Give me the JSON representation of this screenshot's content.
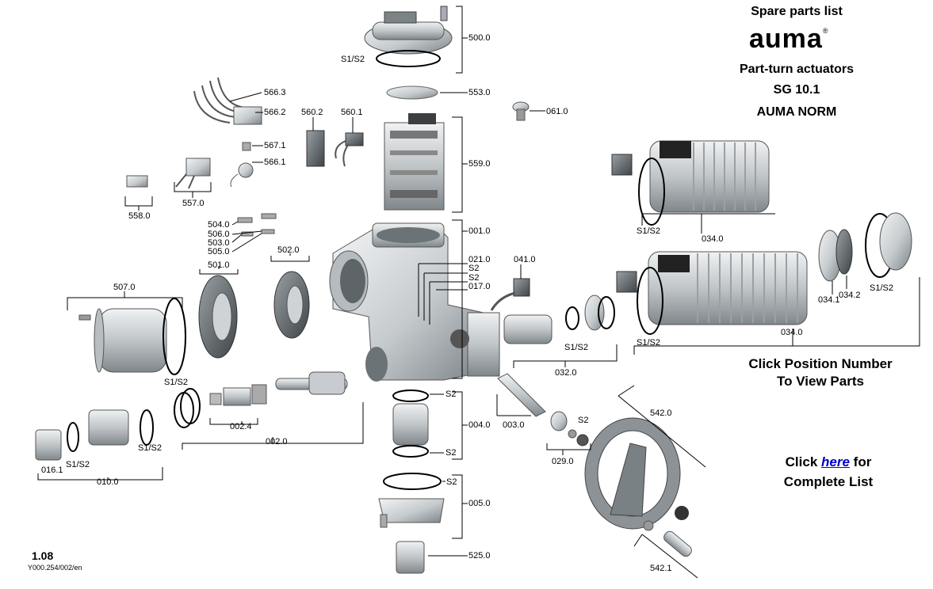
{
  "header": {
    "title": "Spare parts list",
    "brand": "auma",
    "registered_mark": "®",
    "product_line": "Part-turn actuators",
    "model_prefix": "SG",
    "model_number": "10.1",
    "variant": "AUMA NORM"
  },
  "instructions": {
    "line1": "Click Position Number",
    "line2": "To View Parts"
  },
  "complete_list": {
    "prefix": "Click",
    "link": "here",
    "suffix": "for",
    "line2": "Complete List"
  },
  "footer": {
    "page_number": "1.08",
    "doc_code": "Y000.254/002/en"
  },
  "labels": {
    "p500_0": "500.0",
    "s1s2_top": "S1/S2",
    "p553_0": "553.0",
    "p061_0": "061.0",
    "p566_3": "566.3",
    "p566_2": "566.2",
    "p560_2": "560.2",
    "p560_1": "560.1",
    "p567_1": "567.1",
    "p566_1": "566.1",
    "p559_0": "559.0",
    "p558_0": "558.0",
    "p557_0": "557.0",
    "p504_0": "504.0",
    "p506_0": "506.0",
    "p503_0": "503.0",
    "p505_0": "505.0",
    "p001_0": "001.0",
    "p501_0": "501.0",
    "p502_0": "502.0",
    "p021_0": "021.0",
    "s2_a": "S2",
    "s2_b": "S2",
    "p017_0": "017.0",
    "p041_0": "041.0",
    "p507_0": "507.0",
    "s1s2_cover": "S1/S2",
    "s1s2_032": "S1/S2",
    "p032_0": "032.0",
    "s1s2_motor1": "S1/S2",
    "p034_0_a": "034.0",
    "p034_1": "034.1",
    "p034_2": "034.2",
    "s1s2_motor2": "S1/S2",
    "s1s2_motor2b": "S1/S2",
    "p034_0_b": "034.0",
    "s2_004_top": "S2",
    "p004_0": "004.0",
    "s2_004_bot": "S2",
    "p003_0": "003.0",
    "s2_029": "S2",
    "p029_0": "029.0",
    "p542_0": "542.0",
    "p002_4": "002.4",
    "p002_0": "002.0",
    "s1s2_010a": "S1/S2",
    "s1s2_010b": "S1/S2",
    "p016_1": "016.1",
    "p010_0": "010.0",
    "s2_005": "S2",
    "p005_0": "005.0",
    "p525_0": "525.0",
    "p542_1": "542.1"
  },
  "colors": {
    "link": "#0000cc",
    "part_fill": "#cfd3d6",
    "part_dark": "#6f767b",
    "line": "#000000"
  }
}
